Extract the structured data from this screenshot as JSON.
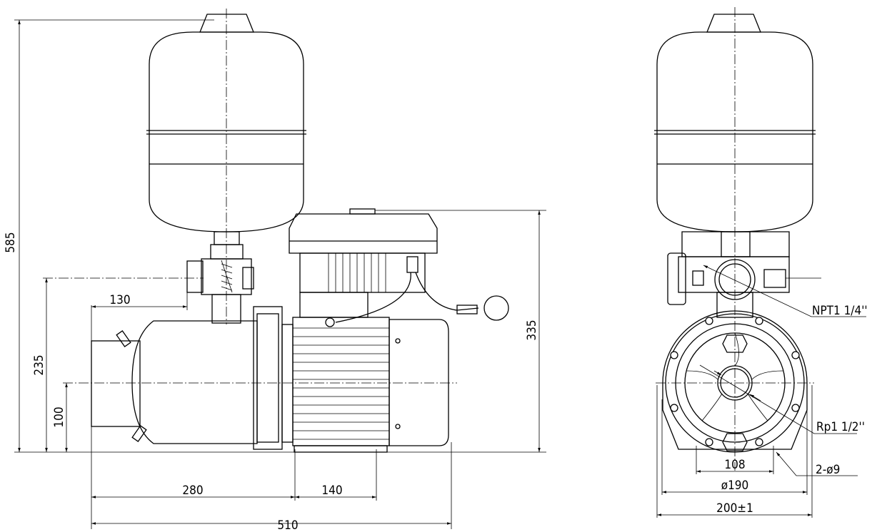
{
  "drawing": {
    "left_view": {
      "dimensions": {
        "overall_height": "585",
        "outlet_offset": "130",
        "outlet_height": "235",
        "inlet_height": "100",
        "motor_height": "335",
        "inlet_to_foot": "280",
        "foot_spacing": "140",
        "overall_length": "510"
      }
    },
    "right_view": {
      "dimensions": {
        "outlet_thread": "NPT1 1/4''",
        "inlet_thread": "Rp1 1/2''",
        "mount_holes": "2-ø9",
        "foot_width": "108",
        "casing_diameter": "ø190",
        "overall_width": "200±1"
      }
    }
  }
}
